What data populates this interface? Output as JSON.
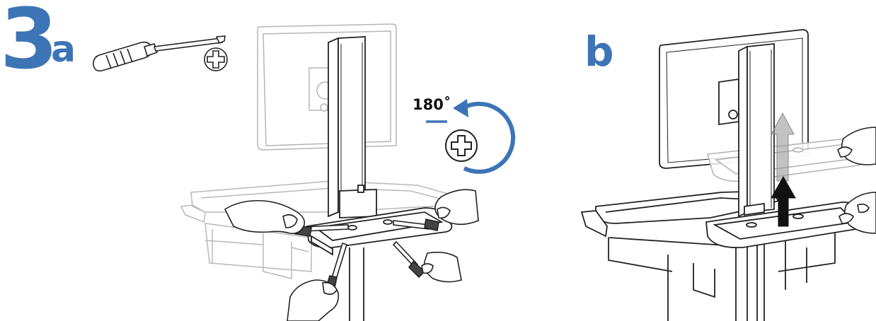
{
  "step": {
    "number": "3"
  },
  "panels": [
    {
      "label": "a"
    },
    {
      "label": "b"
    }
  ],
  "rotation": {
    "angle_text": "180˚"
  },
  "colors": {
    "accent": "#3d74b6",
    "ghost": "#b8b8b8",
    "arrow_dark": "#111111",
    "arrow_ghost": "#9a9a9a"
  },
  "icons": [
    "screwdriver-icon",
    "phillips-screw-icon",
    "rotate-ccw-icon",
    "screw-head-icon",
    "lift-up-arrow-icon"
  ]
}
